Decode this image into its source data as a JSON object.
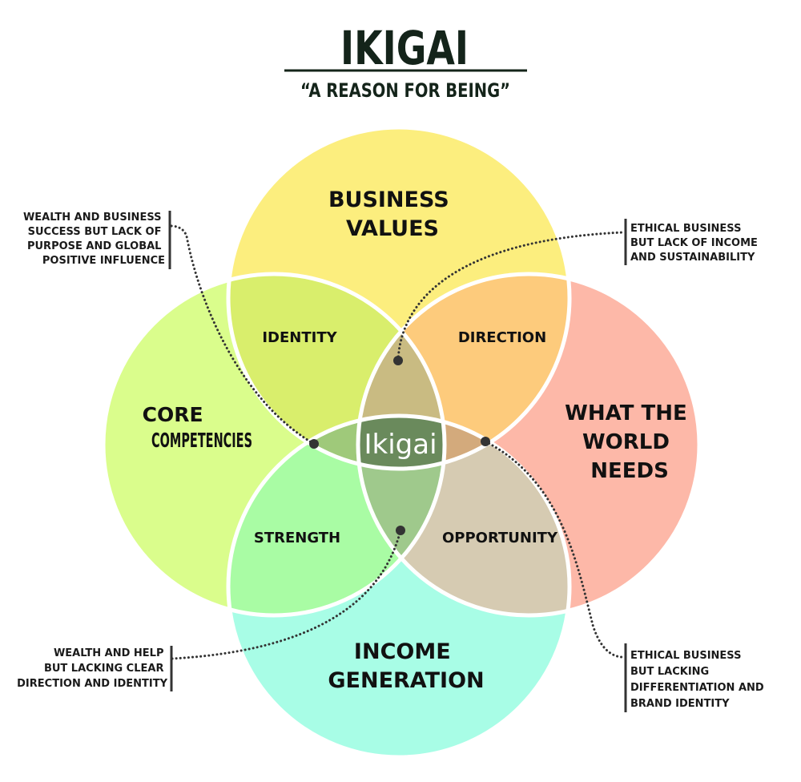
{
  "title": "IKIGAI",
  "subtitle": "“A REASON FOR BEING”",
  "circles": {
    "top": [
      "BUSINESS",
      "VALUES"
    ],
    "left": [
      "CORE",
      "COMPETENCIES"
    ],
    "right": [
      "WHAT THE",
      "WORLD",
      "NEEDS"
    ],
    "bottom": [
      "INCOME",
      "GENERATION"
    ]
  },
  "regions": {
    "identity": "IDENTITY",
    "direction": "DIRECTION",
    "strength": "STRENGTH",
    "opportunity": "OPPORTUNITY",
    "center": "Ikigai"
  },
  "notes": {
    "top_left": [
      "WEALTH AND BUSINESS",
      "SUCCESS BUT LACK OF",
      "PURPOSE AND GLOBAL",
      "POSITIVE INFLUENCE"
    ],
    "top_right": [
      "ETHICAL BUSINESS",
      "BUT LACK OF INCOME",
      "AND SUSTAINABILITY"
    ],
    "bottom_left": [
      "WEALTH AND HELP",
      "BUT LACKING CLEAR",
      "DIRECTION AND IDENTITY"
    ],
    "bottom_right": [
      "ETHICAL BUSINESS",
      "BUT LACKING",
      "DIFFERENTIATION AND",
      "BRAND IDENTITY"
    ]
  },
  "colors": {
    "top_circle": "#fcee7e",
    "left_circle": "#dafd8c",
    "right_circle": "#fdb8a8",
    "bottom_circle": "#a8fde6",
    "identity": "#d9ee6c",
    "direction": "#fdcb7c",
    "strength": "#a9fca4",
    "opportunity": "#d6cbb2",
    "top_lens": "#c9bb82",
    "left_lens": "#9fc97a",
    "right_lens": "#d3aa7c",
    "bottom_lens": "#9fc98c",
    "center": "#6a8a5c",
    "title": "#14241a"
  }
}
